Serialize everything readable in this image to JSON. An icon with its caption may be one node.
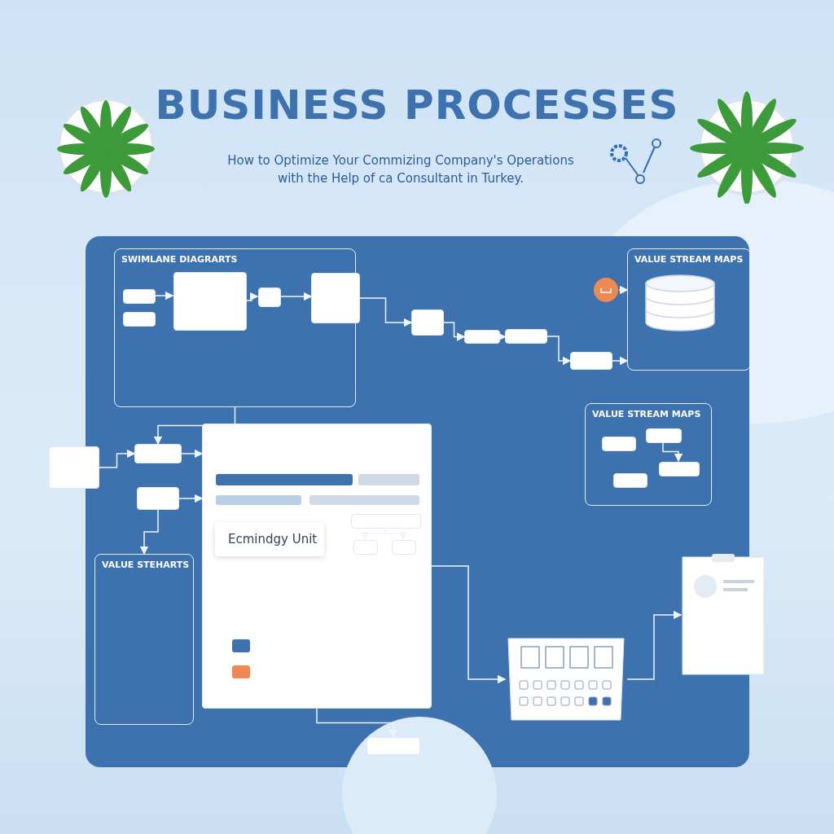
{
  "diagram": {
    "title": "BUSINESS PROCESSES",
    "nodes": [
      {
        "text": [
          "SWIMLANE DIAGRARTS"
        ]
      },
      {
        "text": [],
        "shape": "box",
        "in": 0
      },
      {
        "text": [],
        "shape": "box",
        "in": 0
      },
      {
        "text": [],
        "shape": "box",
        "in": 0
      },
      {
        "text": [],
        "shape": "box",
        "in": 0
      },
      {
        "text": [],
        "shape": "box"
      },
      {
        "text": [],
        "shape": "box"
      },
      {
        "text": [],
        "shape": "box"
      },
      {
        "text": [],
        "shape": "box"
      },
      {
        "text": [],
        "shape": "box"
      },
      {
        "text": [
          "VALUE STREAM MAPS"
        ]
      },
      {
        "text": [],
        "shape": "cylinder",
        "in": 10
      },
      {
        "text": [],
        "shape": "circle"
      },
      {
        "text": [
          "VALUE STREAM MAPS"
        ]
      },
      {
        "text": [],
        "shape": "box",
        "in": 13
      },
      {
        "text": [],
        "shape": "box",
        "in": 13
      },
      {
        "text": [],
        "shape": "box",
        "in": 13
      },
      {
        "text": [],
        "shape": "box",
        "in": 13
      },
      {
        "text": [],
        "shape": "box"
      },
      {
        "text": [
          "Ecmindgy Unit"
        ],
        "in": 18
      },
      {
        "text": [],
        "shape": "box",
        "in": 18
      },
      {
        "text": [],
        "shape": "box",
        "in": 18
      },
      {
        "text": [],
        "shape": "box",
        "in": 18
      },
      {
        "text": [
          "VALUE STEHARTS"
        ]
      },
      {
        "text": [],
        "shape": "box"
      },
      {
        "text": [],
        "shape": "box"
      },
      {
        "text": [],
        "shape": "box"
      },
      {
        "text": [],
        "shape": "picture"
      },
      {
        "text": [],
        "shape": "picture"
      },
      {
        "text": [],
        "shape": "box"
      }
    ],
    "edges": [
      {
        "from": 1,
        "to": 3,
        "arrow": "to"
      },
      {
        "from": 3,
        "to": 4,
        "arrow": "to"
      },
      {
        "from": 4,
        "to": 5,
        "arrow": "to"
      },
      {
        "from": 5,
        "to": 6,
        "arrow": "to"
      },
      {
        "from": 6,
        "to": 7,
        "arrow": "to"
      },
      {
        "from": 7,
        "to": 8,
        "arrow": "to"
      },
      {
        "from": 8,
        "to": 9,
        "arrow": "to"
      },
      {
        "from": 9,
        "to": 10,
        "arrow": "to"
      },
      {
        "from": 12,
        "to": 10,
        "arrow": "to"
      },
      {
        "from": 24,
        "to": 25,
        "arrow": "to"
      },
      {
        "from": 25,
        "to": 18,
        "arrow": "to"
      },
      {
        "from": 26,
        "to": 18,
        "arrow": "to"
      },
      {
        "from": 18,
        "to": 27,
        "arrow": "to"
      },
      {
        "from": 27,
        "to": 28,
        "arrow": "to"
      },
      {
        "from": 18,
        "to": 29,
        "arrow": "to"
      },
      {
        "from": 20,
        "to": 21,
        "arrow": "to"
      },
      {
        "from": 20,
        "to": 22,
        "arrow": "to"
      },
      {
        "from": 0,
        "to": 25,
        "arrow": "to"
      },
      {
        "from": 26,
        "to": 23,
        "arrow": "to"
      },
      {
        "from": 15,
        "to": 16,
        "arrow": "to"
      }
    ],
    "labels": [
      "How to Optimize Your Commizing Company's Operations with the Help of ca Consultant in Turkey."
    ]
  }
}
